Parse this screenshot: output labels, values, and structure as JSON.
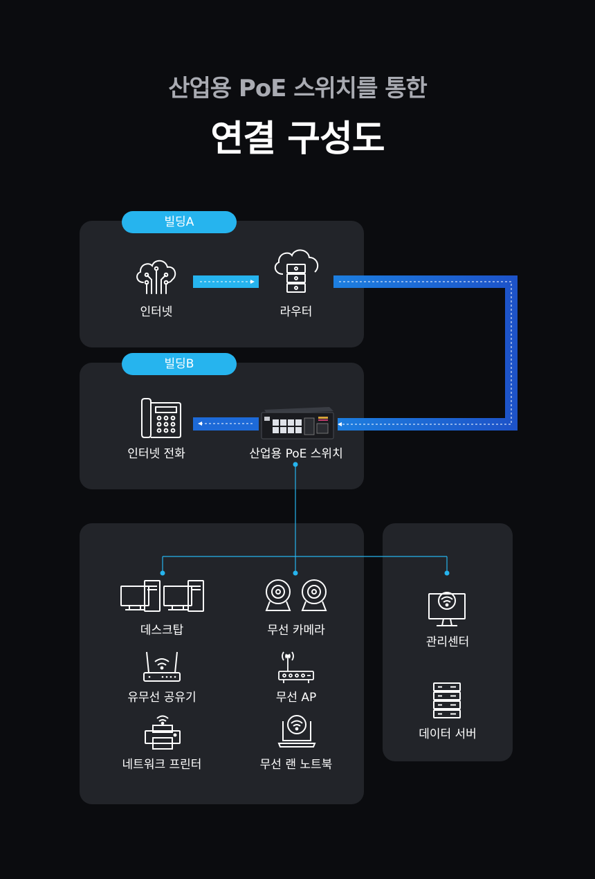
{
  "header": {
    "subtitle": "산업용 PoE 스위치를 통한",
    "title": "연결 구성도"
  },
  "buildings": {
    "a": {
      "label": "빌딩A"
    },
    "b": {
      "label": "빌딩B"
    }
  },
  "nodes": {
    "internet": "인터넷",
    "router": "라우터",
    "internet_phone": "인터넷 전화",
    "poe_switch": "산업용 PoE 스위치",
    "desktop": "데스크탑",
    "wireless_camera": "무선 카메라",
    "wireless_router": "유무선 공유기",
    "wireless_ap": "무선 AP",
    "network_printer": "네트워크 프린터",
    "wireless_laptop": "무선 랜 노트북",
    "management_center": "관리센터",
    "data_server": "데이터 서버"
  },
  "colors": {
    "accent": "#26b4ee",
    "link_blue": "#1f6fd6",
    "panel": "#222429",
    "background": "#0b0c0f"
  }
}
